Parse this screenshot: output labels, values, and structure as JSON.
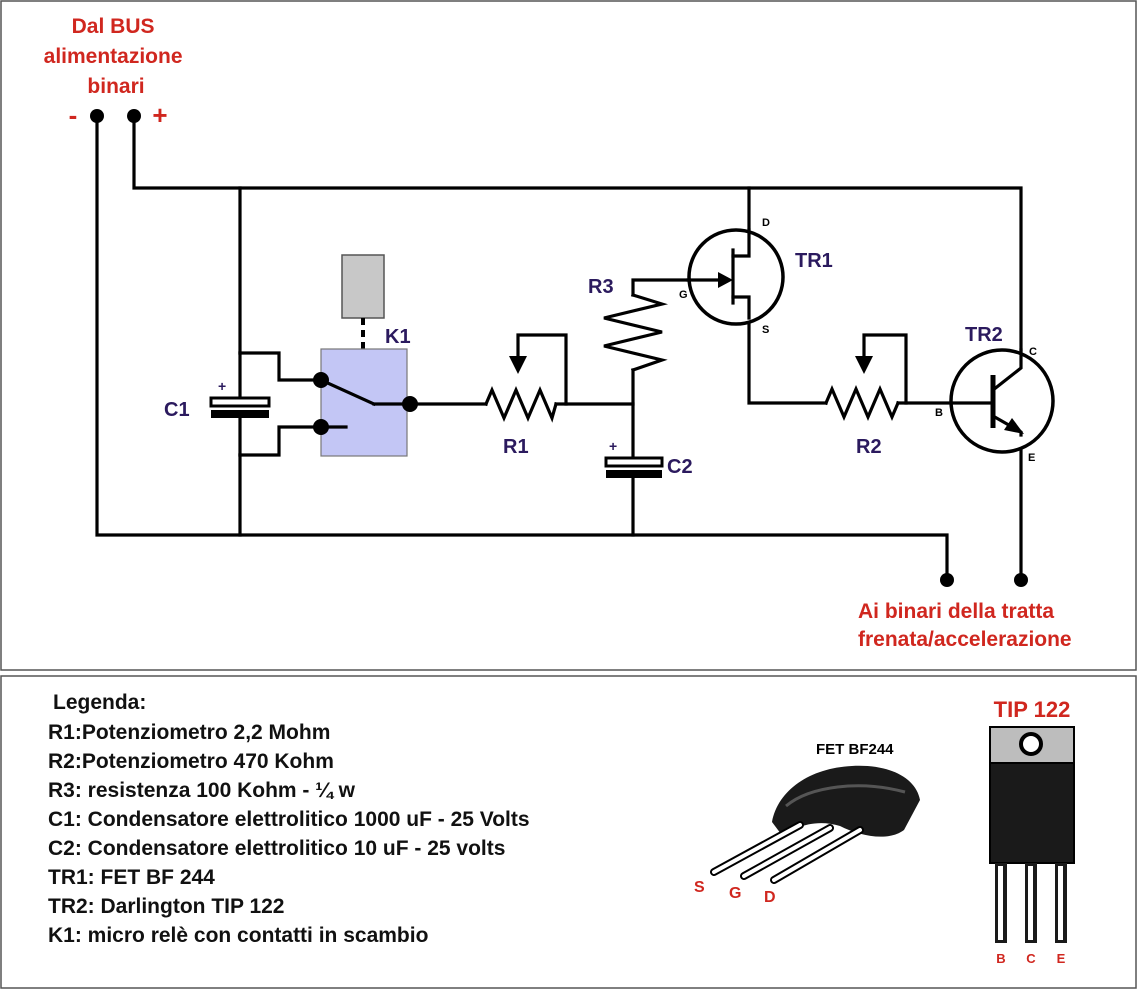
{
  "input": {
    "title_lines": [
      "Dal BUS",
      "alimentazione",
      "binari"
    ],
    "minus": "-",
    "plus": "+"
  },
  "components": {
    "c1": "C1",
    "c2": "C2",
    "k1": "K1",
    "r1": "R1",
    "r2": "R2",
    "r3": "R3",
    "tr1": "TR1",
    "tr2": "TR2",
    "plus_sign": "+"
  },
  "tr1_pins": {
    "d": "D",
    "g": "G",
    "s": "S"
  },
  "tr2_pins": {
    "c": "C",
    "b": "B",
    "e": "E"
  },
  "output": {
    "lines": [
      "Ai binari della tratta",
      "frenata/accelerazione"
    ]
  },
  "legend": {
    "title": "Legenda:",
    "items": [
      "R1:Potenziometro 2,2 Mohm",
      "R2:Potenziometro 470 Kohm",
      "R3: resistenza 100 Kohm - ¼ w",
      "C1: Condensatore elettrolitico 1000 uF - 25 Volts",
      "C2: Condensatore elettrolitico 10 uF - 25 volts",
      "TR1: FET BF 244",
      "TR2: Darlington TIP 122",
      "K1: micro relè con contatti in scambio"
    ]
  },
  "fet_package": {
    "title": "FET BF244",
    "pins": [
      "S",
      "G",
      "D"
    ]
  },
  "tip_package": {
    "title": "TIP 122",
    "pins": [
      "B",
      "C",
      "E"
    ]
  },
  "colors": {
    "red_text": "#d0271f",
    "navy_text": "#2b1a5e",
    "relay_fill": "#c3c6f5",
    "actuator_fill": "#c8c8c8"
  }
}
